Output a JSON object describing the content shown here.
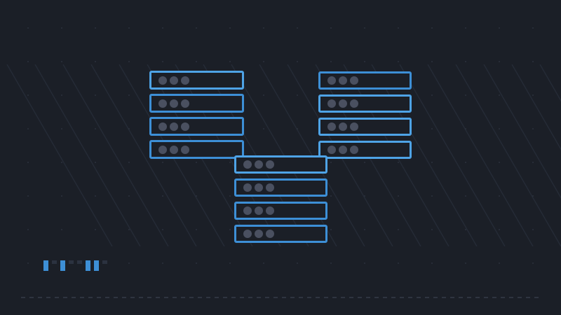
{
  "colors": {
    "background": "#1b1f27",
    "hatch": "#252b36",
    "grid_dot": "#2c323d",
    "rack_border_primary": "#3d8fd6",
    "rack_border_light": "#4ea3e6",
    "rack_dot": "#4a5060",
    "status_on": "#3d8fd6",
    "status_off": "#2b3240",
    "dashed_line": "#2f3540"
  },
  "icons": {
    "server_rack": "server-stack-icon",
    "status": "activity-bars-icon"
  },
  "racks": [
    {
      "name": "left",
      "units": 4
    },
    {
      "name": "right",
      "units": 4
    },
    {
      "name": "center",
      "units": 4
    }
  ],
  "status_indicator": {
    "segments": [
      1,
      0,
      1,
      0,
      0,
      1,
      1,
      0
    ]
  }
}
